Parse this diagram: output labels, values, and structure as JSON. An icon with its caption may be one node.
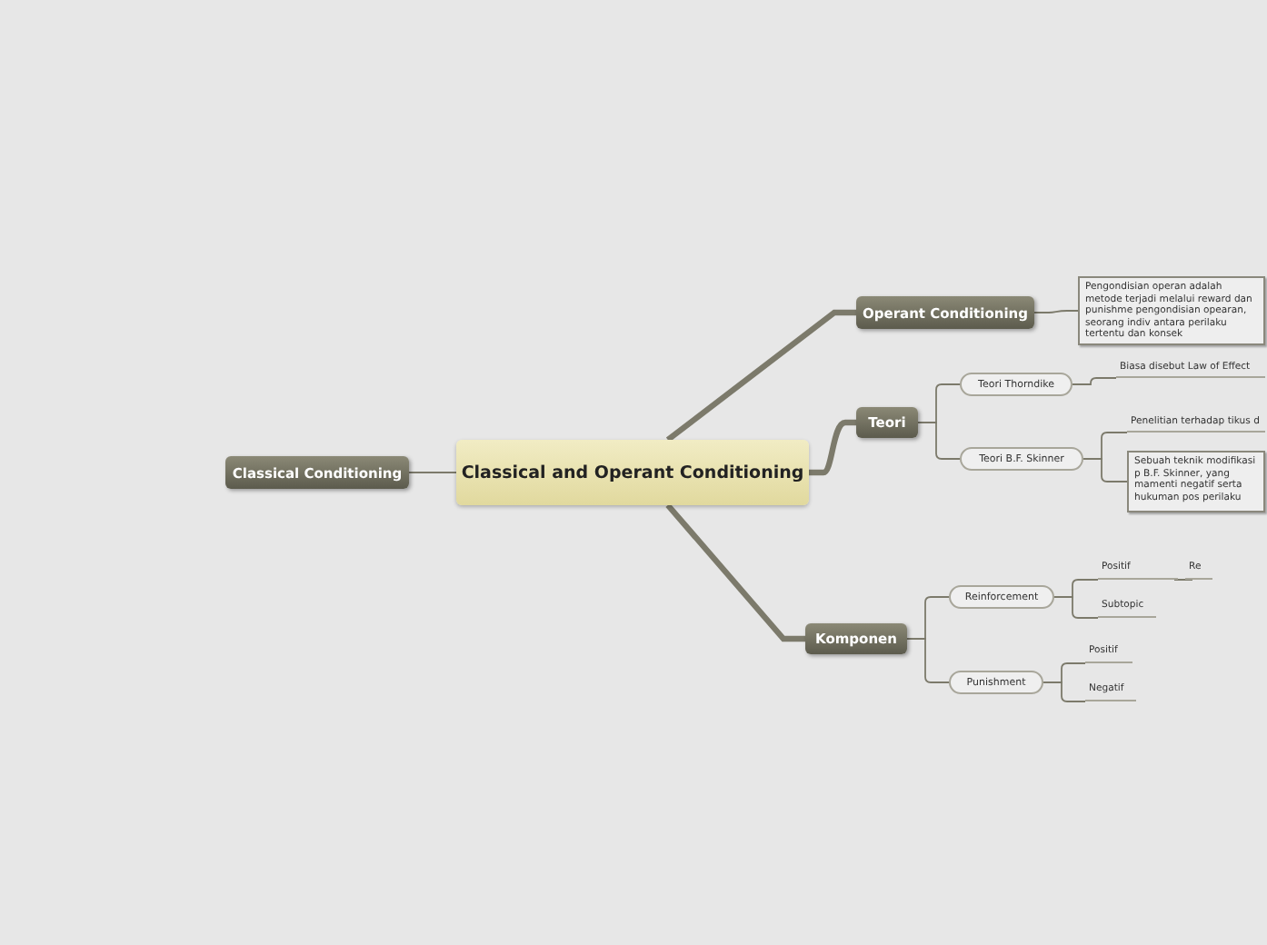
{
  "diagram": {
    "nodes": [
      {
        "text": [
          "Classical Conditioning"
        ]
      },
      {
        "text": [
          "Classical and Operant Conditioning"
        ]
      },
      {
        "text": [
          "Operant Conditioning"
        ]
      },
      {
        "text": [
          "Pengondisian operan adalah metode terjadi melalui reward dan punishme pengondisian opearan, seorang indiv antara perilaku tertentu dan konsek"
        ]
      },
      {
        "text": [
          "Teori"
        ]
      },
      {
        "text": [
          "Teori Thorndike"
        ]
      },
      {
        "text": [
          "Biasa disebut Law of Effect"
        ]
      },
      {
        "text": [
          "Teori B.F. Skinner"
        ]
      },
      {
        "text": [
          "Penelitian terhadap tikus d"
        ]
      },
      {
        "text": [
          "Sebuah teknik modifikasi p B.F. Skinner, yang mamenti negatif serta hukuman pos perilaku"
        ]
      },
      {
        "text": [
          "Komponen"
        ]
      },
      {
        "text": [
          "Reinforcement"
        ]
      },
      {
        "text": [
          "Positif"
        ]
      },
      {
        "text": [
          "Re"
        ]
      },
      {
        "text": [
          "Subtopic"
        ]
      },
      {
        "text": [
          "Punishment"
        ]
      },
      {
        "text": [
          "Positif"
        ]
      },
      {
        "text": [
          "Negatif"
        ]
      }
    ],
    "edges": [
      {
        "from": 1,
        "to": 0,
        "arrow": "none"
      },
      {
        "from": 1,
        "to": 2,
        "arrow": "none",
        "style": "thick"
      },
      {
        "from": 2,
        "to": 3,
        "arrow": "none"
      },
      {
        "from": 1,
        "to": 4,
        "arrow": "none",
        "style": "thick"
      },
      {
        "from": 4,
        "to": 5,
        "arrow": "none"
      },
      {
        "from": 5,
        "to": 6,
        "arrow": "none"
      },
      {
        "from": 4,
        "to": 7,
        "arrow": "none"
      },
      {
        "from": 7,
        "to": 8,
        "arrow": "none"
      },
      {
        "from": 7,
        "to": 9,
        "arrow": "none"
      },
      {
        "from": 1,
        "to": 10,
        "arrow": "none",
        "style": "thick"
      },
      {
        "from": 10,
        "to": 11,
        "arrow": "none"
      },
      {
        "from": 11,
        "to": 12,
        "arrow": "none"
      },
      {
        "from": 12,
        "to": 13,
        "arrow": "none"
      },
      {
        "from": 11,
        "to": 14,
        "arrow": "none"
      },
      {
        "from": 10,
        "to": 15,
        "arrow": "none"
      },
      {
        "from": 15,
        "to": 16,
        "arrow": "none"
      },
      {
        "from": 15,
        "to": 17,
        "arrow": "none"
      }
    ]
  }
}
